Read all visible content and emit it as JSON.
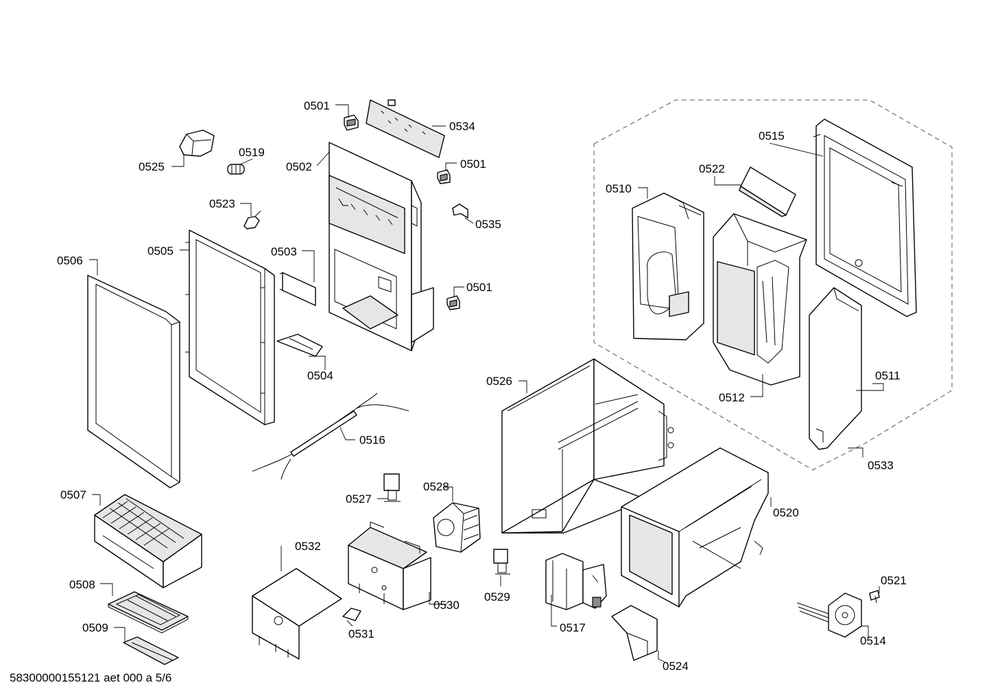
{
  "document_id": "58300000155121 aet 000 a 5/6",
  "callouts": [
    {
      "id": "c0501a",
      "label": "0501"
    },
    {
      "id": "c0534",
      "label": "0534"
    },
    {
      "id": "c0525",
      "label": "0525"
    },
    {
      "id": "c0519",
      "label": "0519"
    },
    {
      "id": "c0502",
      "label": "0502"
    },
    {
      "id": "c0501b",
      "label": "0501"
    },
    {
      "id": "c0535",
      "label": "0535"
    },
    {
      "id": "c0523",
      "label": "0523"
    },
    {
      "id": "c0505",
      "label": "0505"
    },
    {
      "id": "c0503",
      "label": "0503"
    },
    {
      "id": "c0506",
      "label": "0506"
    },
    {
      "id": "c0501c",
      "label": "0501"
    },
    {
      "id": "c0504",
      "label": "0504"
    },
    {
      "id": "c0516",
      "label": "0516"
    },
    {
      "id": "c0507",
      "label": "0507"
    },
    {
      "id": "c0527",
      "label": "0527"
    },
    {
      "id": "c0528",
      "label": "0528"
    },
    {
      "id": "c0532",
      "label": "0532"
    },
    {
      "id": "c0508",
      "label": "0508"
    },
    {
      "id": "c0530",
      "label": "0530"
    },
    {
      "id": "c0529",
      "label": "0529"
    },
    {
      "id": "c0509",
      "label": "0509"
    },
    {
      "id": "c0531",
      "label": "0531"
    },
    {
      "id": "c0515",
      "label": "0515"
    },
    {
      "id": "c0522",
      "label": "0522"
    },
    {
      "id": "c0510",
      "label": "0510"
    },
    {
      "id": "c0512",
      "label": "0512"
    },
    {
      "id": "c0511",
      "label": "0511"
    },
    {
      "id": "c0526",
      "label": "0526"
    },
    {
      "id": "c0533",
      "label": "0533"
    },
    {
      "id": "c0520",
      "label": "0520"
    },
    {
      "id": "c0521",
      "label": "0521"
    },
    {
      "id": "c0517",
      "label": "0517"
    },
    {
      "id": "c0514",
      "label": "0514"
    },
    {
      "id": "c0524",
      "label": "0524"
    }
  ]
}
